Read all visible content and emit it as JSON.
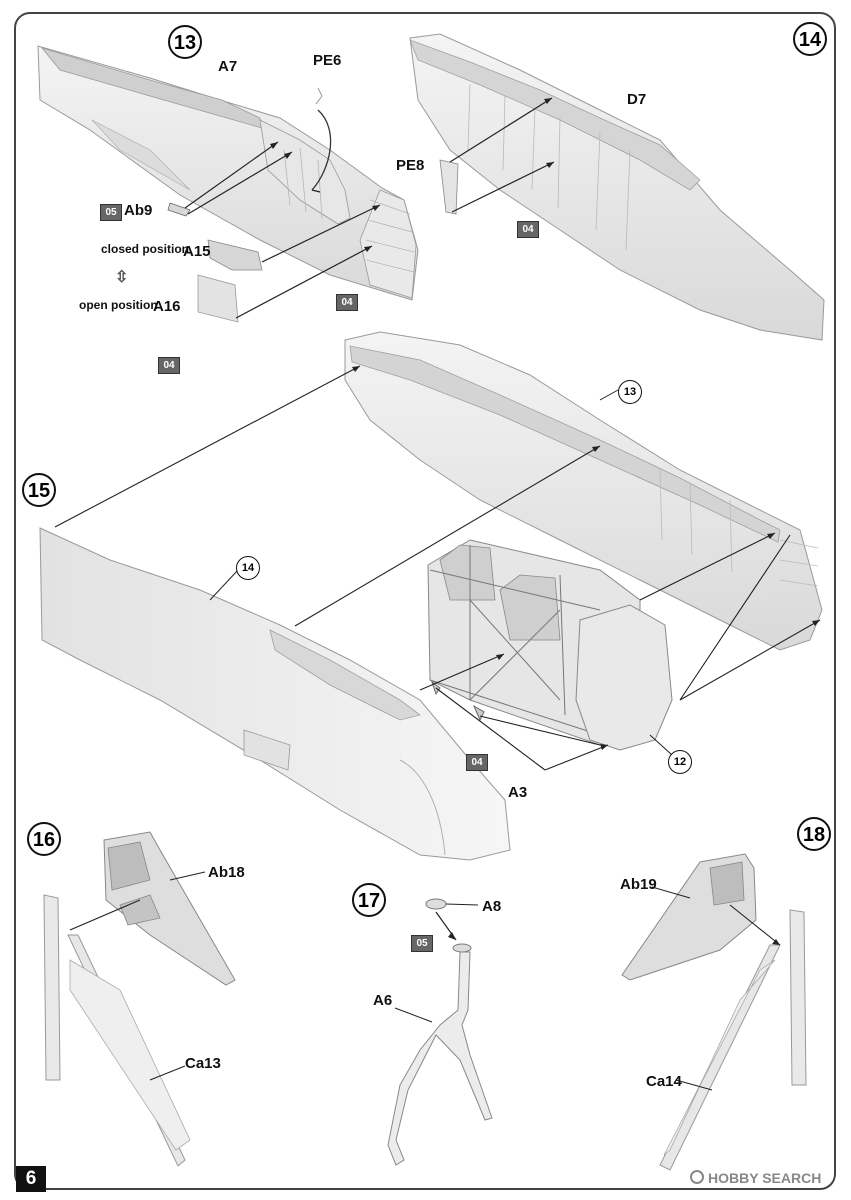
{
  "page_number": "6",
  "watermark": {
    "icon": "hobby-search-logo",
    "text": "HOBBY SEARCH"
  },
  "steps": {
    "s13": "13",
    "s14": "14",
    "s15": "15",
    "s16": "16",
    "s17": "17",
    "s18": "18"
  },
  "step13": {
    "parts": {
      "a7": "A7",
      "pe6": "PE6",
      "ab9": "Ab9",
      "a15": "A15",
      "a16": "A16"
    },
    "paint": {
      "ab9": "05",
      "a15": "04",
      "a16": "04"
    },
    "notes": {
      "closed": "closed position",
      "open": "open position"
    },
    "arrow_icon": "alternative-option-icon"
  },
  "step14": {
    "parts": {
      "d7": "D7",
      "pe8": "PE8"
    },
    "paint": {
      "d7": "04"
    }
  },
  "step15": {
    "refs": {
      "r13": "13",
      "r14": "14",
      "r12": "12"
    },
    "parts": {
      "a3": "A3"
    },
    "paint": {
      "a3": "04"
    }
  },
  "step16": {
    "parts": {
      "ab18": "Ab18",
      "ca13": "Ca13"
    }
  },
  "step17": {
    "parts": {
      "a8": "A8",
      "a6": "A6"
    },
    "paint": {
      "a8": "05"
    }
  },
  "step18": {
    "parts": {
      "ab19": "Ab19",
      "ca14": "Ca14"
    }
  }
}
